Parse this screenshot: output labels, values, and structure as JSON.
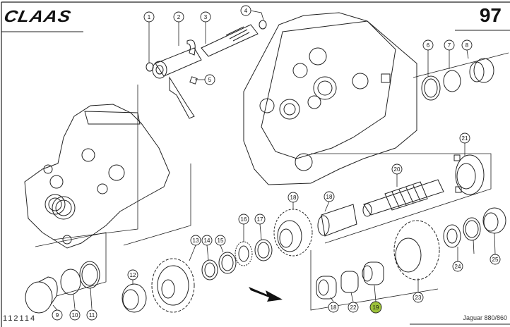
{
  "header": {
    "brand": "CLAAS",
    "page_number": "97"
  },
  "footer": {
    "drawing_number": "112114",
    "model": "Jaguar 880/860"
  },
  "highlight_color": "#9dc23a",
  "callouts": [
    {
      "label": "1",
      "highlighted": false
    },
    {
      "label": "2",
      "highlighted": false
    },
    {
      "label": "3",
      "highlighted": false
    },
    {
      "label": "4",
      "highlighted": false
    },
    {
      "label": "5",
      "highlighted": false
    },
    {
      "label": "6",
      "highlighted": false
    },
    {
      "label": "7",
      "highlighted": false
    },
    {
      "label": "8",
      "highlighted": false
    },
    {
      "label": "9",
      "highlighted": false
    },
    {
      "label": "10",
      "highlighted": false
    },
    {
      "label": "11",
      "highlighted": false
    },
    {
      "label": "12",
      "highlighted": false
    },
    {
      "label": "13",
      "highlighted": false
    },
    {
      "label": "14",
      "highlighted": false
    },
    {
      "label": "15",
      "highlighted": false
    },
    {
      "label": "16",
      "highlighted": false
    },
    {
      "label": "17",
      "highlighted": false
    },
    {
      "label": "18",
      "highlighted": false
    },
    {
      "label": "18",
      "highlighted": false
    },
    {
      "label": "18",
      "highlighted": false
    },
    {
      "label": "19",
      "highlighted": true
    },
    {
      "label": "20",
      "highlighted": false
    },
    {
      "label": "21",
      "highlighted": false
    },
    {
      "label": "22",
      "highlighted": false
    },
    {
      "label": "23",
      "highlighted": false
    },
    {
      "label": "24",
      "highlighted": false
    },
    {
      "label": "25",
      "highlighted": false
    }
  ],
  "direction_arrow": "arrow-right-down"
}
